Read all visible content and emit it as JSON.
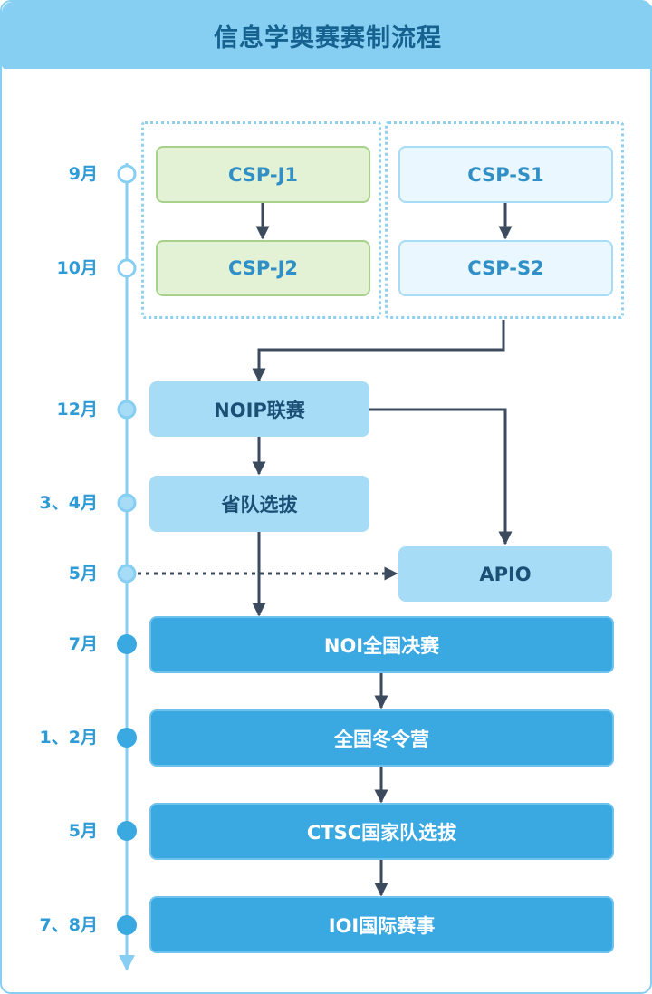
{
  "title": "信息学奥赛赛制流程",
  "months": [
    {
      "label": "9月"
    },
    {
      "label": "10月"
    },
    {
      "label": "12月"
    },
    {
      "label": "3、4月"
    },
    {
      "label": "5月"
    },
    {
      "label": "7月"
    },
    {
      "label": "1、2月"
    },
    {
      "label": "5月"
    },
    {
      "label": "7、8月"
    }
  ],
  "stages": {
    "csp_j1": "CSP-J1",
    "csp_j2": "CSP-J2",
    "csp_s1": "CSP-S1",
    "csp_s2": "CSP-S2",
    "noip": "NOIP联赛",
    "provincial": "省队选拔",
    "apio": "APIO",
    "noi": "NOI全国决赛",
    "winter_camp": "全国冬令营",
    "ctsc": "CTSC国家队选拔",
    "ioi": "IOI国际赛事"
  },
  "colors": {
    "header": "#86cef2",
    "title_text": "#15618f",
    "month_text": "#2e9bd6",
    "timeline": "#86cef2",
    "arrow": "#3b4a5c",
    "dark_node": "#3aa9e2"
  }
}
